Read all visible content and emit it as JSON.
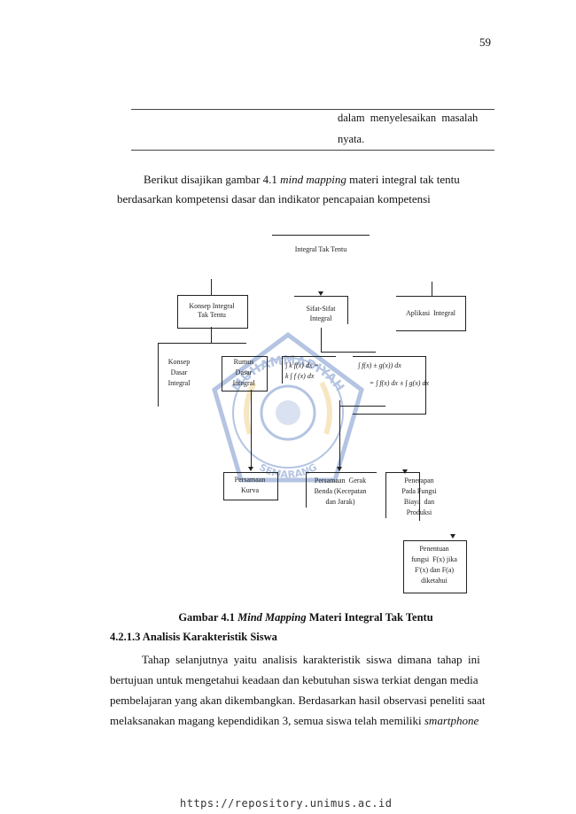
{
  "page_number": "59",
  "table_fragment": {
    "line1": "dalam  menyelesaikan  masalah",
    "line2": "nyata."
  },
  "intro": {
    "before_em": "Berikut disajikan gambar 4.1 ",
    "em": "mind mapping",
    "after_em": " materi integral tak tentu",
    "line2": "berdasarkan kompetensi dasar dan indikator pencapaian kompetensi"
  },
  "diagram": {
    "root": "Integral Tak Tentu",
    "konsep": [
      "Konsep Integral",
      "Tak Tentu"
    ],
    "sifat": [
      "Sifat-Sifat",
      "Integral"
    ],
    "aplikasi": "Aplikasi  Integral",
    "konsep_dasar": [
      "Konsep",
      "Dasar",
      "Integral"
    ],
    "rumus_dasar": [
      "Rumus",
      "Dasar",
      "Integral"
    ],
    "formula_1": [
      "∫ k f(x) dx =",
      "k ∫ f (x) dx"
    ],
    "formula_2": [
      "∫ f(x) ± g(x)) dx",
      "= ∫ f(x) dx ± ∫ g(x) dx"
    ],
    "persamaan_kurva": [
      "Persamaan",
      "Kurva"
    ],
    "gerak_benda": [
      "Persamaan  Gerak",
      "Benda (Kecepatan",
      "dan Jarak)"
    ],
    "penerapan": [
      "Penerapan",
      "Pada Fungsi",
      "Biaya  dan",
      "Produksi"
    ],
    "penentuan": [
      "Penentuan",
      "fungsi  F(x) jika",
      "F'(x) dan F(a)",
      "diketahui"
    ]
  },
  "watermark": {
    "text_top": "MUHAMMADIYAH",
    "text_bottom": "SEMARANG",
    "color": "#1f4fa8",
    "accent": "#e6b84a"
  },
  "caption": {
    "prefix": "Gambar 4.1 ",
    "em": "Mind Mapping",
    "suffix": " Materi Integral Tak Tentu"
  },
  "heading": "4.2.1.3 Analisis Karakteristik Siswa",
  "body": {
    "line1": "Tahap  selanjutnya  yaitu  analisis  karakteristik  siswa  dimana  tahap  ini",
    "line2": "bertujuan untuk mengetahui keadaan dan kebutuhan siswa terkiat dengan media",
    "line3": "pembelajaran yang akan dikembangkan. Berdasarkan hasil observasi peneliti saat",
    "line4_pre": "melaksanakan magang kependidikan 3, semua siswa telah memiliki ",
    "line4_em": "smartphone"
  },
  "footer": "https://repository.unimus.ac.id"
}
